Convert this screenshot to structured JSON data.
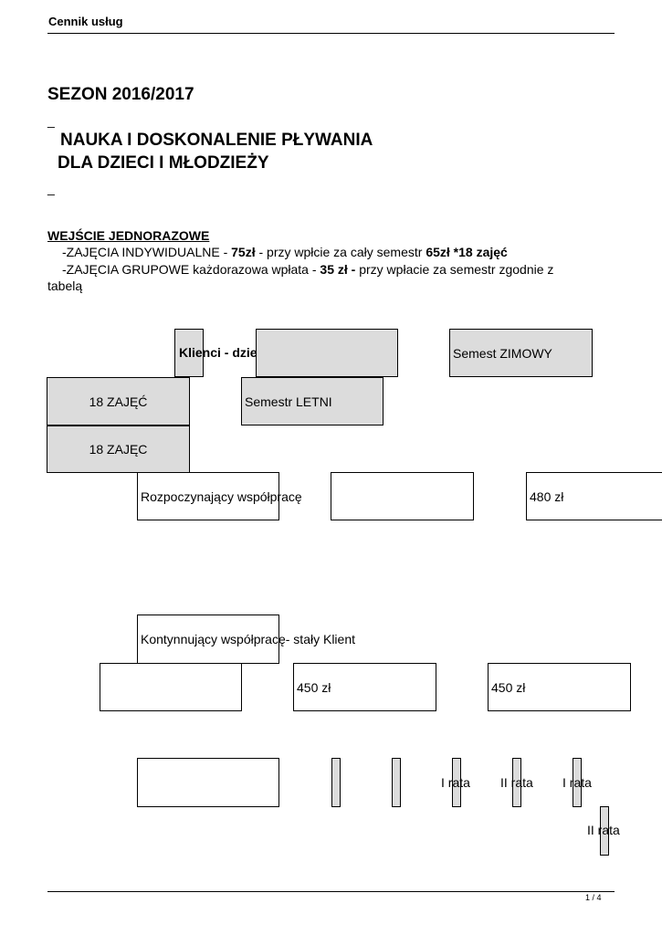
{
  "header": {
    "title": "Cennik usług"
  },
  "season": "SEZON 2016/2017",
  "dash": "_",
  "heading": {
    "line1": "NAUKA I DOSKONALENIE PŁYWANIA",
    "line2": "DLA DZIECI I MŁODZIEŻY"
  },
  "single_entry": {
    "title": "WEJŚCIE JEDNORAZOWE",
    "individual": {
      "prefix": "-ZAJĘCIA INDYWIDUALNE - ",
      "price": "75zł",
      "middle": " - przy wpłcie za cały semestr  ",
      "semester": "65zł *18 zajęć"
    },
    "bullet": "",
    "group": {
      "prefix": "-ZAJĘCIA GRUPOWE każdorazowa wpłata - ",
      "price": "35 zł -",
      "suffix": " przy wpłacie za semestr zgodnie z",
      "cont": "tabelą"
    }
  },
  "table": {
    "clients_header": "Klienci - dzieci",
    "winter": "Semest ZIMOWY",
    "lessons_18_a": "18 ZAJĘĆ",
    "summer": "Semestr LETNI",
    "lessons_18_b": "18 ZAJĘC",
    "starting": "Rozpoczynający współpracę",
    "starting_price": "480 zł",
    "continuing": "Kontynnujący współpracę- stały Klient",
    "continuing_price_a": "450 zł",
    "continuing_price_b": "450 zł",
    "rata_1": "I rata",
    "rata_2": "II rata",
    "rata_3": "I rata",
    "rata_4": "II rata"
  },
  "footer": {
    "page": "1 / 4"
  }
}
